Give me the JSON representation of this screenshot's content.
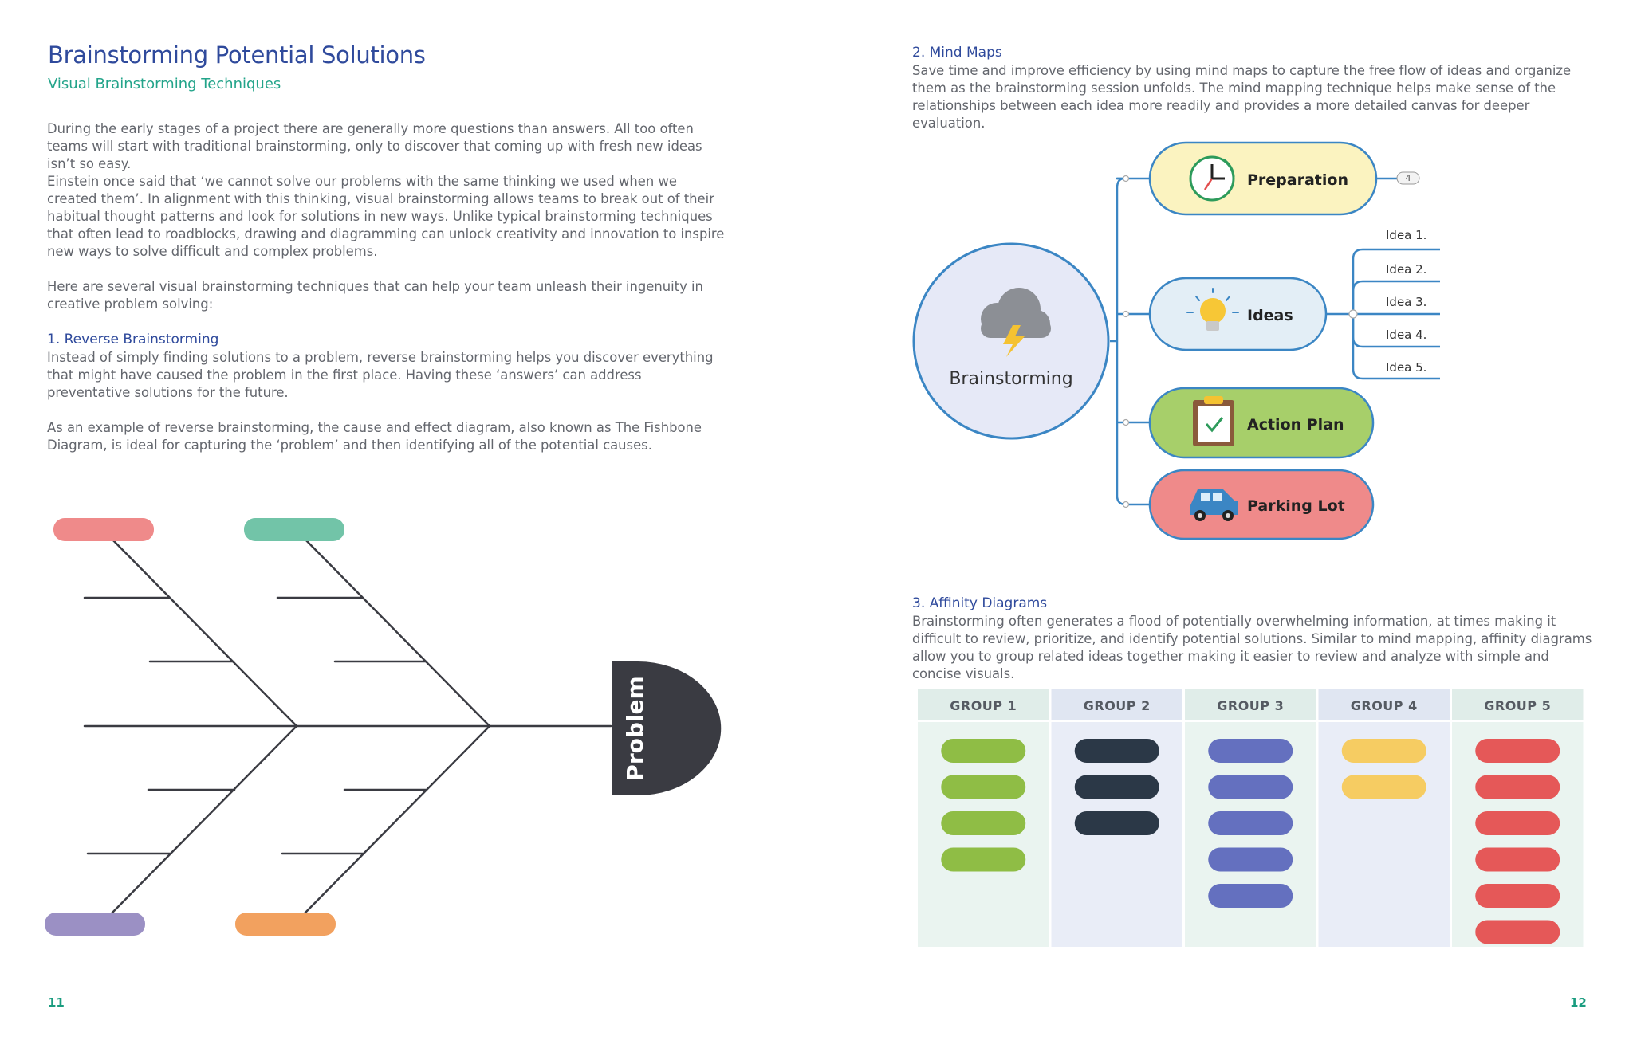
{
  "left_page": {
    "title": "Brainstorming Potential Solutions",
    "subtitle": "Visual Brainstorming Techniques",
    "paragraphs": [
      "During the early stages of a project there are generally more questions than answers. All too often teams will start with traditional brainstorming, only to discover that coming up with fresh new ideas isn’t so easy.",
      "Einstein once said that ‘we cannot solve our problems with the same thinking we used when we created them’. In alignment with this thinking, visual brainstorming allows teams to break out of their habitual thought patterns and look for solutions in new ways. Unlike typical brainstorming techniques that often lead to roadblocks, drawing and diagramming can unlock creativity and innovation to inspire new ways to solve difficult and complex problems.",
      "Here are several visual brainstorming techniques that can help your team unleash their ingenuity in creative problem solving:"
    ],
    "section1": {
      "heading": "1. Reverse Brainstorming",
      "text": "Instead of simply finding solutions to a problem, reverse brainstorming helps you discover everything that might have caused the problem in the first place. Having these ‘answers’ can address preventative solutions for the future.",
      "text2": "As an example of reverse brainstorming, the cause and effect diagram, also known as The Fishbone Diagram, is ideal for capturing the ‘problem’ and then identifying all of the potential causes."
    },
    "fishbone": {
      "head_label": "Problem",
      "head_color": "#3a3b42",
      "cause_colors": [
        "#ef8a8a",
        "#72c4a8",
        "#9b90c4",
        "#f2a15f"
      ]
    },
    "page_number": "11"
  },
  "right_page": {
    "section2": {
      "heading": "2. Mind Maps",
      "text": "Save time and improve efficiency by using mind maps to capture the free flow of ideas and organize them as the brainstorming session unfolds. The mind mapping technique helps make sense of the relationships between each idea more readily and provides a more detailed canvas for deeper evaluation."
    },
    "mindmap": {
      "center": "Brainstorming",
      "center_icon": "storm-cloud-icon",
      "badge": "4",
      "nodes": [
        {
          "label": "Preparation",
          "icon": "clock-icon",
          "fill": "#fbf3c0"
        },
        {
          "label": "Ideas",
          "icon": "lightbulb-icon",
          "fill": "#e3eef6"
        },
        {
          "label": "Action Plan",
          "icon": "clipboard-check-icon",
          "fill": "#a7cf6a"
        },
        {
          "label": "Parking Lot",
          "icon": "car-icon",
          "fill": "#ef8a8a"
        }
      ],
      "ideas": [
        "Idea 1.",
        "Idea 2.",
        "Idea 3.",
        "Idea 4.",
        "Idea 5."
      ]
    },
    "section3": {
      "heading": "3. Affinity Diagrams",
      "text": "Brainstorming often generates a flood of potentially overwhelming information, at times making it difficult to review, prioritize, and identify potential solutions. Similar to mind mapping, affinity diagrams allow you to group related ideas together making it easier to review and analyze with simple and concise visuals."
    },
    "affinity": {
      "groups": [
        {
          "label": "GROUP 1",
          "count": 4,
          "color": "#8fbd45"
        },
        {
          "label": "GROUP 2",
          "count": 3,
          "color": "#2b3847"
        },
        {
          "label": "GROUP 3",
          "count": 5,
          "color": "#6470bf"
        },
        {
          "label": "GROUP 4",
          "count": 2,
          "color": "#f6cc62"
        },
        {
          "label": "GROUP 5",
          "count": 6,
          "color": "#e55858"
        }
      ]
    },
    "page_number": "12"
  }
}
